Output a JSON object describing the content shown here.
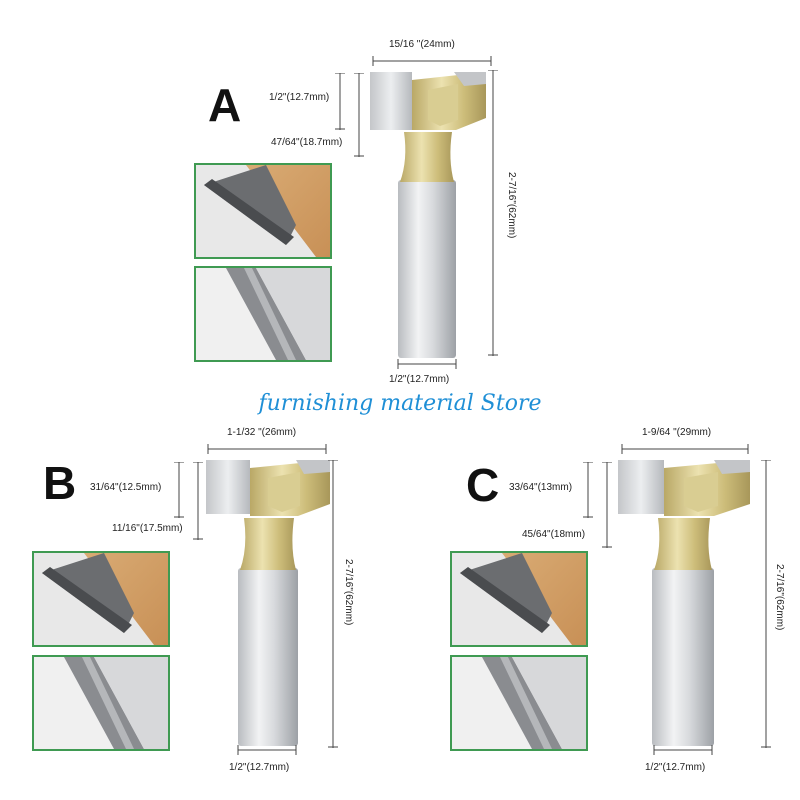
{
  "watermark": {
    "text": "furnishing material Store",
    "color": "#1f8fd6"
  },
  "accent_border": "#3f9a52",
  "bits": [
    {
      "letter": "A",
      "width_label": "15/16 \"(24mm)",
      "cut_height_label": "1/2\"(12.7mm)",
      "neck_height_label": "47/64\"(18.7mm)",
      "total_length_label": "2-7/16\"(62mm)",
      "shank_label": "1/2\"(12.7mm)"
    },
    {
      "letter": "B",
      "width_label": "1-1/32 \"(26mm)",
      "cut_height_label": "31/64\"(12.5mm)",
      "neck_height_label": "11/16\"(17.5mm)",
      "total_length_label": "2-7/16\"(62mm)",
      "shank_label": "1/2\"(12.7mm)"
    },
    {
      "letter": "C",
      "width_label": "1-9/64 \"(29mm)",
      "cut_height_label": "33/64\"(13mm)",
      "neck_height_label": "45/64\"(18mm)",
      "total_length_label": "2-7/16\"(62mm)",
      "shank_label": "1/2\"(12.7mm)"
    }
  ]
}
